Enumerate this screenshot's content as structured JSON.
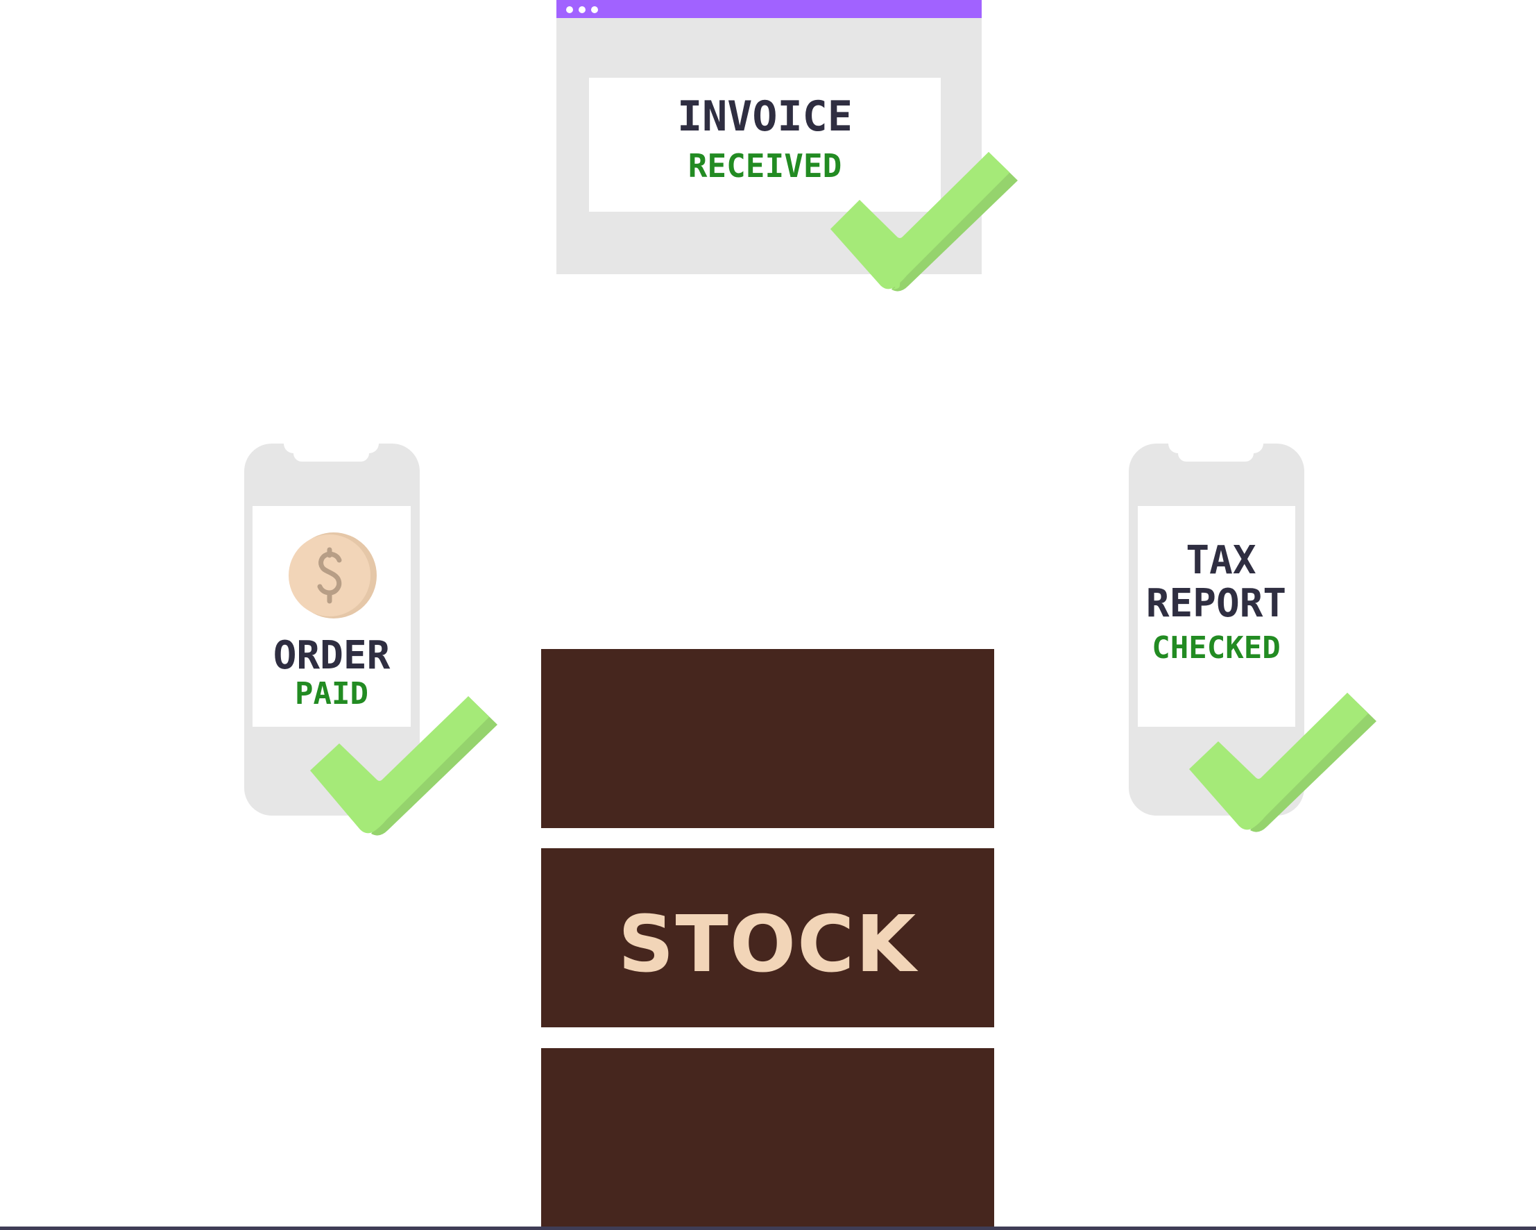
{
  "colors": {
    "background": "#ffffff",
    "window_titlebar": "#a162ff",
    "window_body": "#e6e6e6",
    "panel": "#ffffff",
    "phone_body": "#e6e6e6",
    "text_dark": "#2f2e41",
    "text_green": "#228b22",
    "check_light": "#a5ea78",
    "check_shade": "#95d36d",
    "coin_face": "#f2d5b8",
    "coin_edge": "#e5c7a8",
    "coin_symbol": "#b79e86",
    "stock_barrel": "#46261e",
    "stock_text": "#f2d5b8",
    "ground_line": "#3f3d56"
  },
  "invoice_window": {
    "title": "INVOICE",
    "status": "RECEIVED",
    "titlebar_dots": 3,
    "icon": "checkmark-icon"
  },
  "order_phone": {
    "title": "ORDER",
    "status": "PAID",
    "icon": "dollar-coin-icon",
    "check_icon": "checkmark-icon"
  },
  "tax_phone": {
    "title_line1": "TAX",
    "title_line2": "REPORT",
    "status": "CHECKED",
    "check_icon": "checkmark-icon"
  },
  "stock": {
    "label": "STOCK",
    "bands": 3
  }
}
